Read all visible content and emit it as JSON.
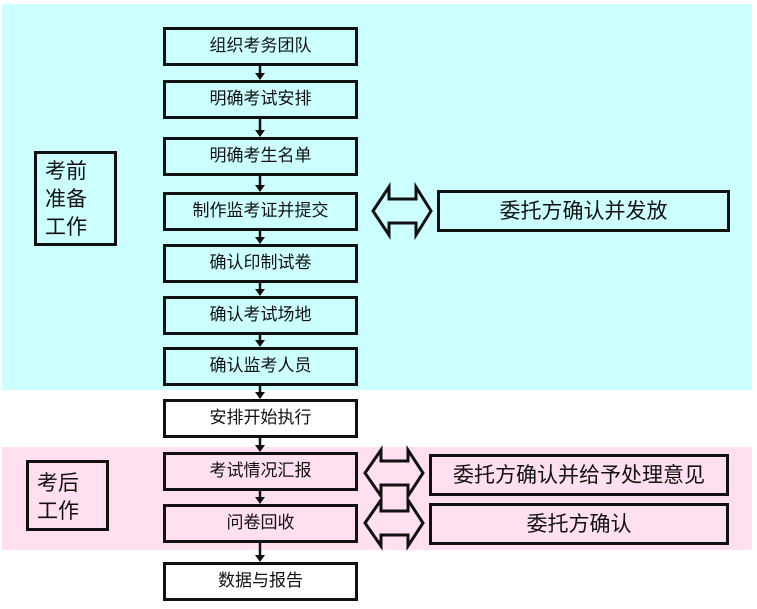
{
  "phases": {
    "pre": {
      "label_lines": [
        "考前",
        "准备",
        "工作"
      ],
      "color": "#ccffff"
    },
    "post": {
      "label_lines": [
        "考后",
        "工作"
      ],
      "color": "#ffdff0"
    }
  },
  "steps": [
    {
      "label": "组织考务团队"
    },
    {
      "label": "明确考试安排"
    },
    {
      "label": "明确考生名单"
    },
    {
      "label": "制作监考证并提交"
    },
    {
      "label": "确认印制试卷"
    },
    {
      "label": "确认考试场地"
    },
    {
      "label": "确认监考人员"
    },
    {
      "label": "安排开始执行"
    },
    {
      "label": "考试情况汇报"
    },
    {
      "label": "问卷回收"
    },
    {
      "label": "数据与报告"
    }
  ],
  "client_actions": [
    {
      "label": "委托方确认并发放",
      "linked_step": "制作监考证并提交"
    },
    {
      "label": "委托方确认并给予处理意见",
      "linked_step": "考试情况汇报"
    },
    {
      "label": "委托方确认",
      "linked_step": "问卷回收"
    }
  ]
}
